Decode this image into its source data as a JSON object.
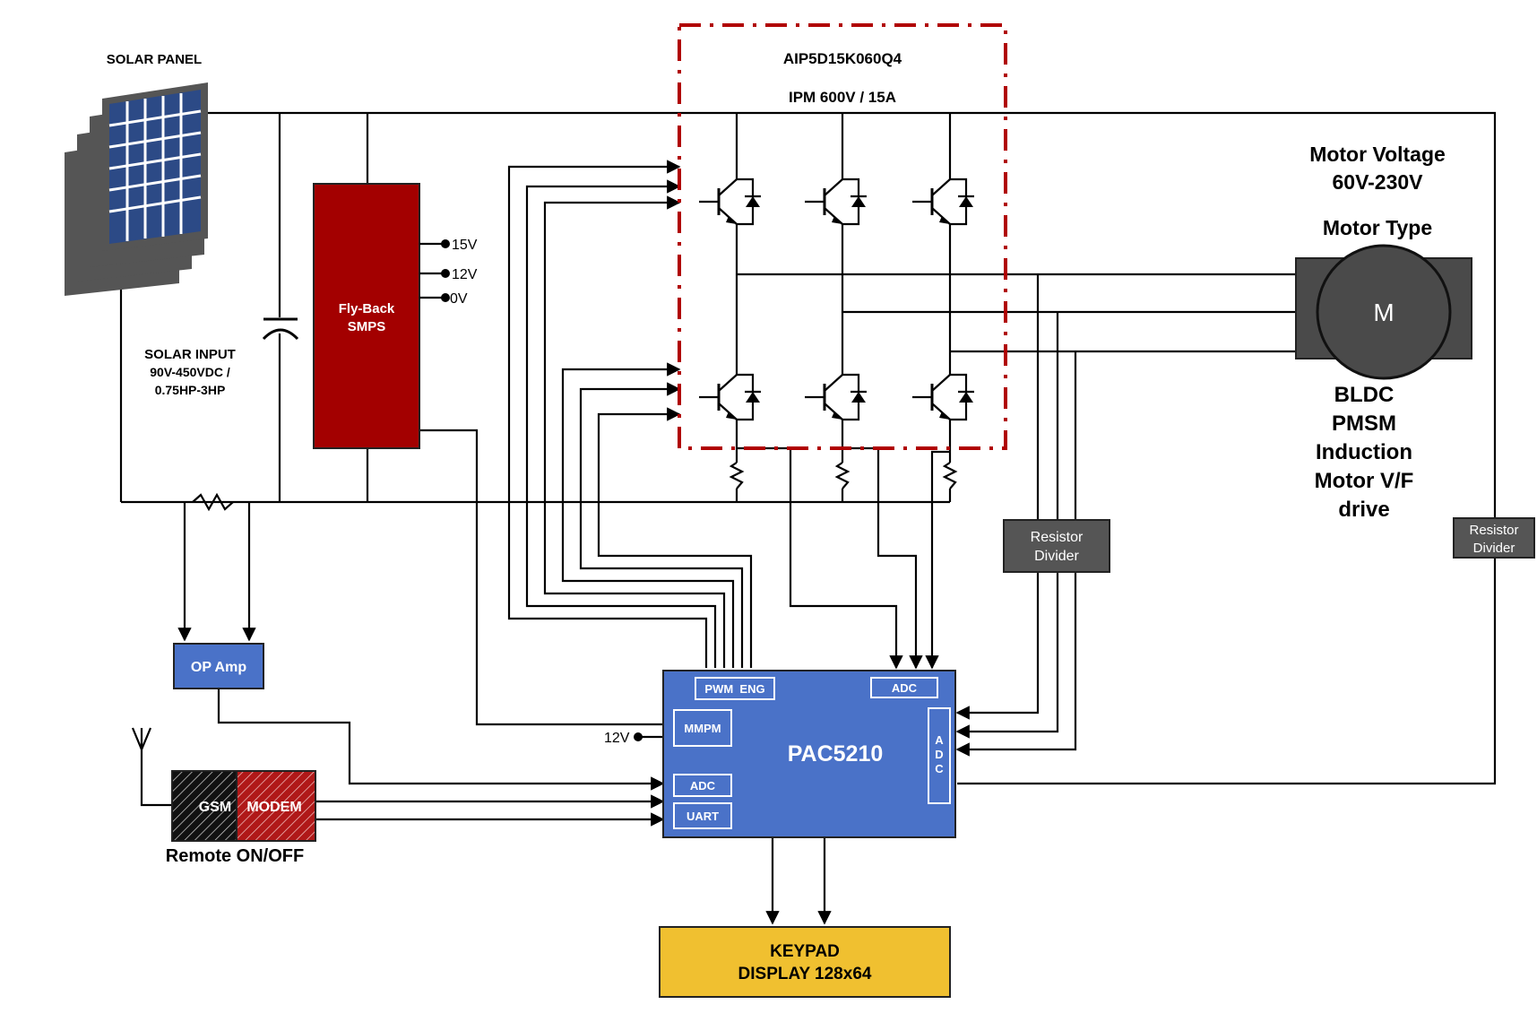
{
  "solar": {
    "title": "SOLAR PANEL",
    "input_line1": "SOLAR INPUT",
    "input_line2": "90V-450VDC /",
    "input_line3": "0.75HP-3HP"
  },
  "ipm": {
    "part": "AIP5D15K060Q4",
    "rating": "IPM 600V / 15A"
  },
  "smps": {
    "line1": "Fly-Back",
    "line2": "SMPS",
    "out_15v": "15V",
    "out_12v": "12V",
    "out_0v": "0V"
  },
  "motor": {
    "voltage_title": "Motor Voltage",
    "voltage_range": "60V-230V",
    "type_title": "Motor Type",
    "symbol": "M",
    "types": [
      "BLDC",
      "PMSM",
      "Induction",
      "Motor V/F",
      "drive"
    ]
  },
  "resistor_divider": {
    "line1": "Resistor",
    "line2": "Divider"
  },
  "opamp": {
    "label": "OP Amp"
  },
  "modem": {
    "gsm": "GSM",
    "modem": "MODEM",
    "caption": "Remote ON/OFF"
  },
  "mcu": {
    "name": "PAC5210",
    "pwm": "PWM  ENG",
    "adc_top": "ADC",
    "mmpm": "MMPM",
    "adc_left": "ADC",
    "uart": "UART",
    "adc_vertical": [
      "A",
      "D",
      "C"
    ],
    "supply": "12V"
  },
  "keypad": {
    "line1": "KEYPAD",
    "line2": "DISPLAY 128x64"
  },
  "colors": {
    "smps_red": "#a30000",
    "ipm_outline": "#b00000",
    "mcu_blue": "#4a72c8",
    "opamp_blue": "#4a72c8",
    "keypad_yellow": "#f0c030",
    "divider_gray": "#555555",
    "motor_gray": "#4a4a4a"
  }
}
